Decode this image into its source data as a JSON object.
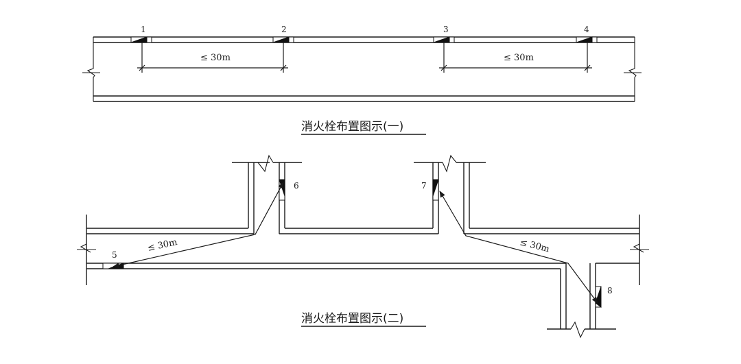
{
  "diagram1": {
    "caption": "消火栓布置图示(一)",
    "hydrant_labels": [
      "1",
      "2",
      "3",
      "4"
    ],
    "spacing_labels": [
      "≤ 30m",
      "≤ 30m"
    ]
  },
  "diagram2": {
    "caption": "消火栓布置图示(二)",
    "hydrant_labels": [
      "5",
      "6",
      "7",
      "8"
    ],
    "spacing_labels": [
      "≤ 30m",
      "≤ 30m"
    ]
  }
}
